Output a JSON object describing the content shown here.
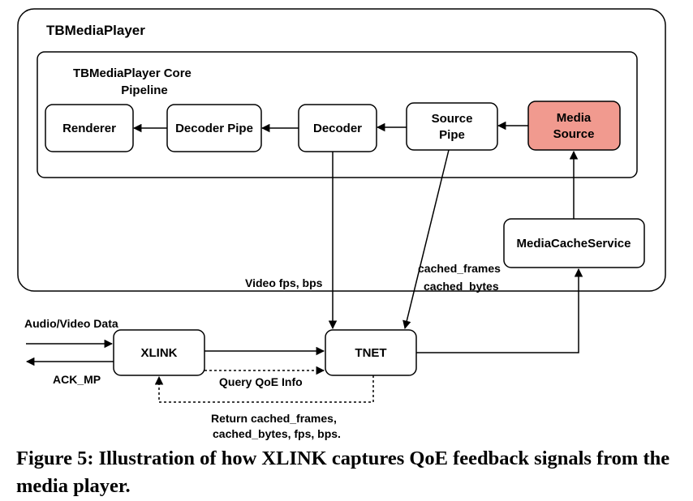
{
  "regions": {
    "outer_title": "TBMediaPlayer",
    "core_title_line1": "TBMediaPlayer  Core",
    "core_title_line2": "Pipeline"
  },
  "nodes": {
    "renderer": "Renderer",
    "decoder_pipe": "Decoder Pipe",
    "decoder": "Decoder",
    "source_pipe_line1": "Source",
    "source_pipe_line2": "Pipe",
    "media_source_line1": "Media",
    "media_source_line2": "Source",
    "media_cache_service": "MediaCacheService",
    "xlink": "XLINK",
    "tnet": "TNET"
  },
  "edges": {
    "video_fps_bps": "Video fps, bps",
    "cached_frames": "cached_frames",
    "cached_bytes": "cached_bytes",
    "audio_video_data": "Audio/Video Data",
    "ack_mp": "ACK_MP",
    "query_qoe": "Query QoE Info",
    "return_line1": "Return cached_frames,",
    "return_line2": "cached_bytes, fps, bps."
  },
  "colors": {
    "media_source_fill": "#f19a8f",
    "stroke": "#000000"
  },
  "caption": {
    "label": "Figure 5:",
    "text": " Illustration of how XLINK captures QoE feedback signals from the media player."
  }
}
